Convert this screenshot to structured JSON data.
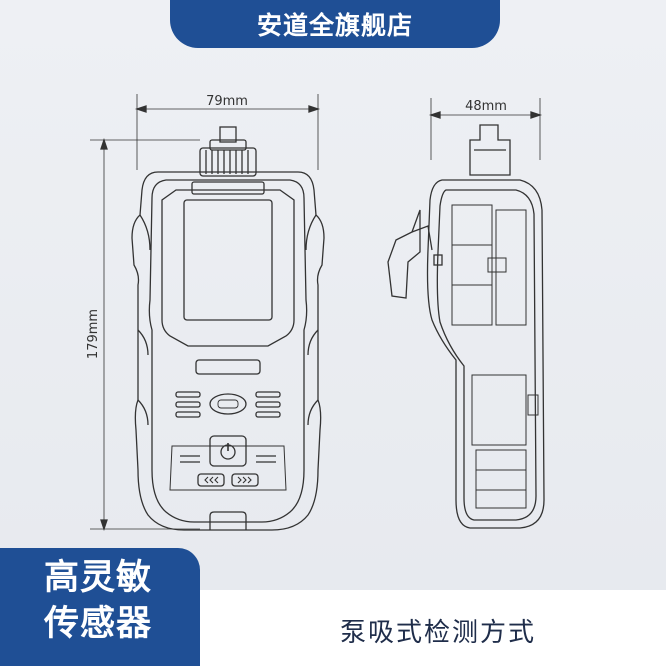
{
  "header": {
    "store_name": "安道全旗舰店"
  },
  "dimensions": {
    "width": "79mm",
    "height": "179mm",
    "depth": "48mm"
  },
  "features": {
    "highlight_line1": "高灵敏",
    "highlight_line2": "传感器",
    "caption": "泵吸式检测方式"
  },
  "colors": {
    "brand_blue": "#1f4f95",
    "background": "#eaedf2",
    "line": "#333333"
  }
}
